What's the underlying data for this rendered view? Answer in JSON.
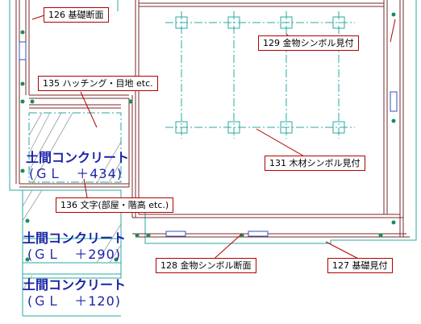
{
  "callouts": [
    {
      "id": "126",
      "text": "126 基礎断面"
    },
    {
      "id": "135",
      "text": "135 ハッチング・目地 etc."
    },
    {
      "id": "129",
      "text": "129 金物シンボル見付"
    },
    {
      "id": "131",
      "text": "131 木材シンボル見付"
    },
    {
      "id": "136",
      "text": "136 文字(部屋・階高 etc.)"
    },
    {
      "id": "128",
      "text": "128 金物シンボル断面"
    },
    {
      "id": "127",
      "text": "127 基礎見付"
    }
  ],
  "rooms": [
    {
      "name": "土間コンクリート",
      "level": "(ＧＬ　＋434)"
    },
    {
      "name": "土間コンクリート",
      "level": "(ＧＬ　＋290)"
    },
    {
      "name": "土間コンクリート",
      "level": "(ＧＬ　＋120)"
    }
  ],
  "colors": {
    "foundation_section": "#7a2a2a",
    "foundation_elevation": "#2aa8a0",
    "hardware": "#1a8c5a",
    "timber_symbol": "#2aa8a0",
    "callout_border": "#b00000",
    "text": "#1a24a8",
    "hatch": "#9a9a9a",
    "bolt_section": "#3050c8"
  }
}
